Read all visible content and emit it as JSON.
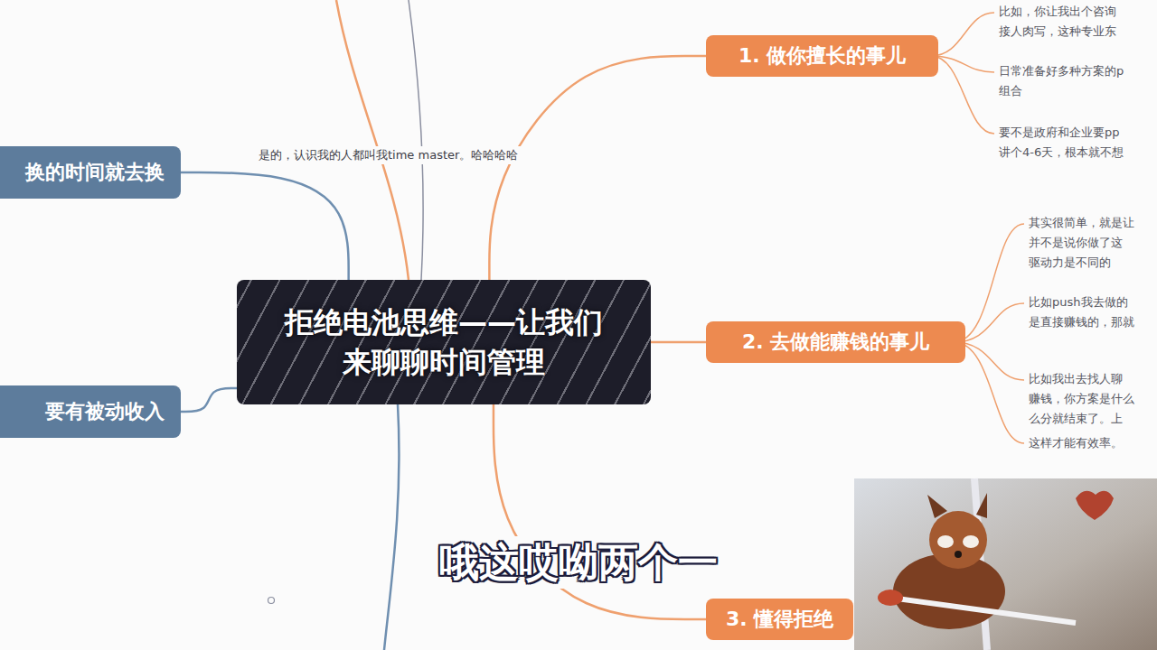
{
  "diagram": {
    "nodes": [
      {
        "text": [
          "拒绝电池思维——让我们 来聊聊时间管理"
        ]
      },
      {
        "text": [
          "1. 做你擅长的事儿"
        ]
      },
      {
        "text": [
          "2. 去做能赚钱的事儿"
        ]
      },
      {
        "text": [
          "3. 懂得拒绝"
        ]
      },
      {
        "text": [
          "换的时间就去换"
        ]
      },
      {
        "text": [
          "要有被动收入"
        ]
      }
    ],
    "edges": [
      {
        "from": 0,
        "to": 1,
        "arrow": "none"
      },
      {
        "from": 0,
        "to": 2,
        "arrow": "none"
      },
      {
        "from": 0,
        "to": 3,
        "arrow": "none"
      },
      {
        "from": 0,
        "to": 4,
        "arrow": "none"
      },
      {
        "from": 0,
        "to": 5,
        "arrow": "none"
      }
    ],
    "labels": [
      "是的，认识我的人都叫我time master。哈哈哈哈",
      "比如，你让我出个咨询 接人肉写，这种专业东",
      "日常准备好多种方案的p 组合",
      "要不是政府和企业要pp 讲个4-6天，根本就不想",
      "其实很简单，就是让 并不是说你做了这 驱动力是不同的",
      "比如push我去做的 是直接赚钱的，那就",
      "比如我出去找人聊 赚钱，你方案是什么 么分就结束了。上",
      "这样才能有效率。",
      "哦这哎呦两个一"
    ]
  }
}
